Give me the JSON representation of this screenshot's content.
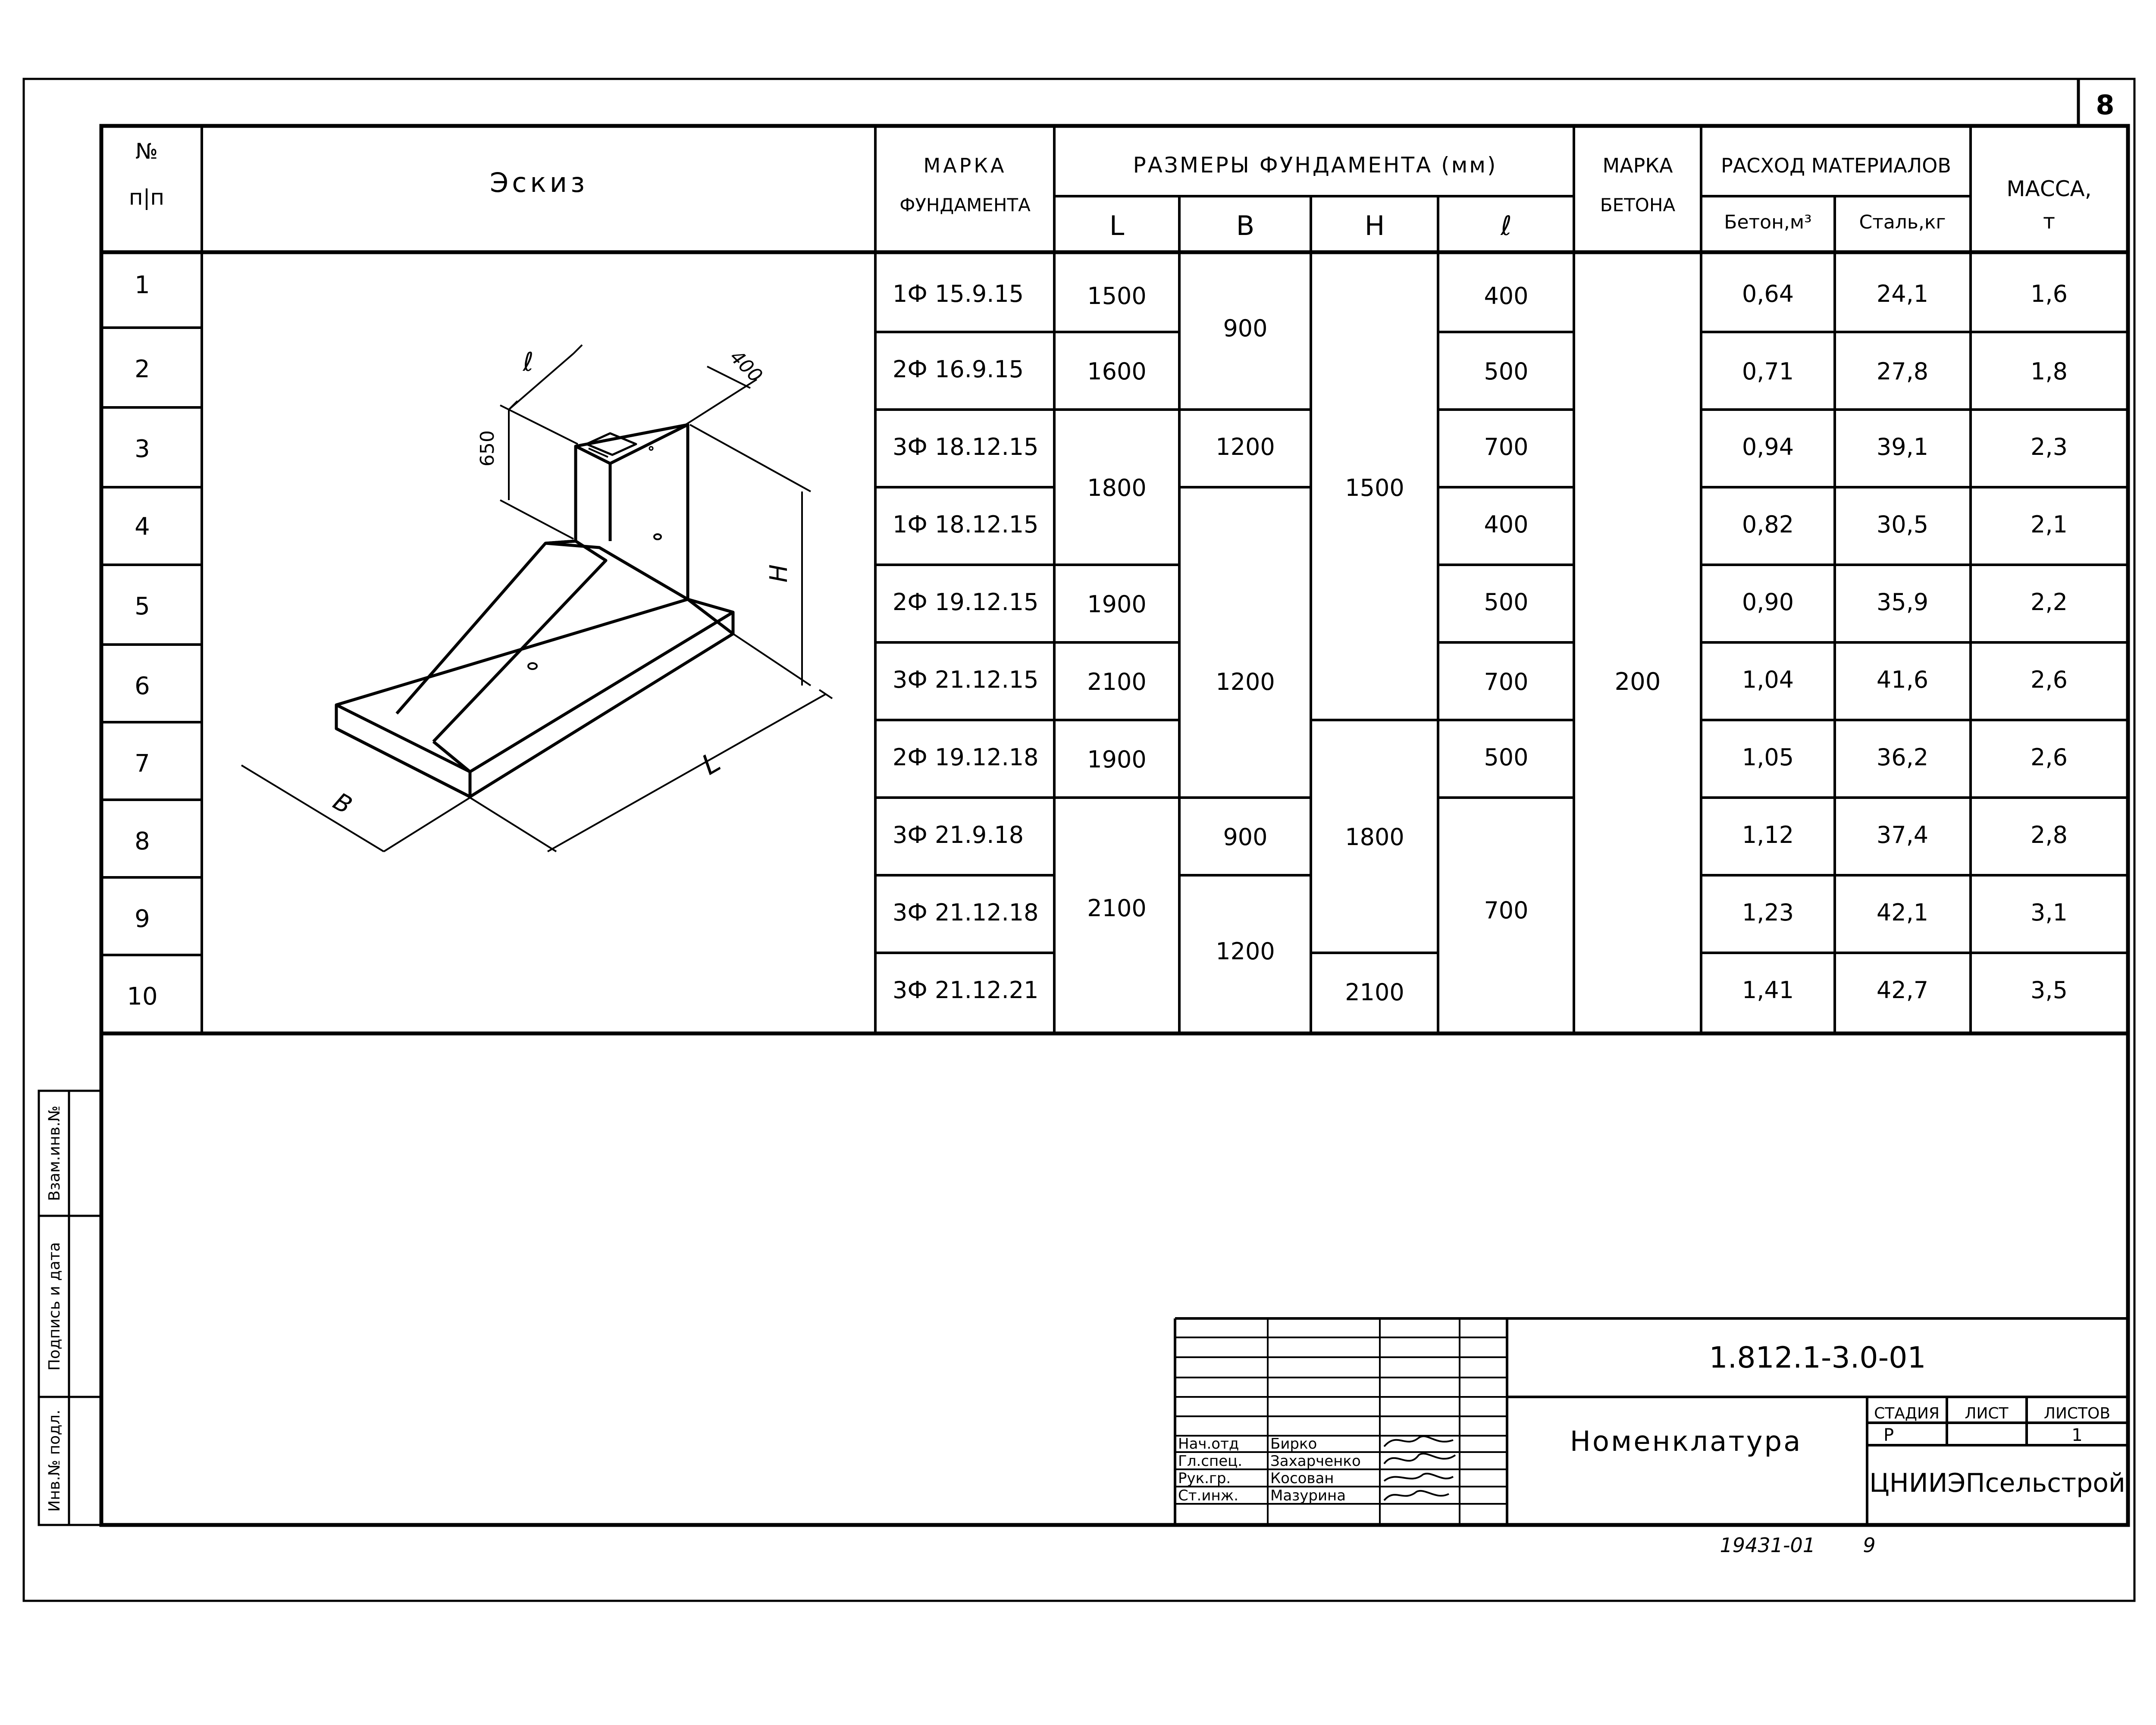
{
  "sheet_number": "8",
  "table": {
    "headers": {
      "num": [
        "№",
        "п|п"
      ],
      "sketch": "Эскиз",
      "mark": [
        "МАРКА",
        "ФУНДАМЕНТА"
      ],
      "dims": "РАЗМЕРЫ ФУНДАМЕНТА (мм)",
      "dim_L": "L",
      "dim_B": "B",
      "dim_H": "H",
      "dim_l": "ℓ",
      "concrete": [
        "МАРКА",
        "БЕТОНА"
      ],
      "materials": "РАСХОД МАТЕРИАЛОВ",
      "beton": "Бетон,м³",
      "steel": "Сталь,кг",
      "mass": [
        "МАССА,",
        "т"
      ]
    },
    "rows": [
      {
        "n": "1",
        "mark": "1Ф 15.9.15",
        "beton": "0,64",
        "steel": "24,1",
        "mass": "1,6"
      },
      {
        "n": "2",
        "mark": "2Ф 16.9.15",
        "beton": "0,71",
        "steel": "27,8",
        "mass": "1,8"
      },
      {
        "n": "3",
        "mark": "3Ф 18.12.15",
        "beton": "0,94",
        "steel": "39,1",
        "mass": "2,3"
      },
      {
        "n": "4",
        "mark": "1Ф 18.12.15",
        "beton": "0,82",
        "steel": "30,5",
        "mass": "2,1"
      },
      {
        "n": "5",
        "mark": "2Ф 19.12.15",
        "beton": "0,90",
        "steel": "35,9",
        "mass": "2,2"
      },
      {
        "n": "6",
        "mark": "3Ф 21.12.15",
        "beton": "1,04",
        "steel": "41,6",
        "mass": "2,6"
      },
      {
        "n": "7",
        "mark": "2Ф 19.12.18",
        "beton": "1,05",
        "steel": "36,2",
        "mass": "2,6"
      },
      {
        "n": "8",
        "mark": "3Ф 21.9.18",
        "beton": "1,12",
        "steel": "37,4",
        "mass": "2,8"
      },
      {
        "n": "9",
        "mark": "3Ф 21.12.18",
        "beton": "1,23",
        "steel": "42,1",
        "mass": "3,1"
      },
      {
        "n": "10",
        "mark": "3Ф 21.12.21",
        "beton": "1,41",
        "steel": "42,7",
        "mass": "3,5"
      }
    ],
    "L_values": [
      "1500",
      "1600",
      "1800",
      "1900",
      "2100",
      "1900",
      "2100"
    ],
    "B_values": [
      "900",
      "1200",
      "1200",
      "900",
      "1200"
    ],
    "H_values": [
      "1500",
      "1800",
      "2100"
    ],
    "l_values": [
      "400",
      "500",
      "700",
      "400",
      "500",
      "700",
      "500",
      "700"
    ],
    "concrete_grade": "200"
  },
  "sketch_labels": {
    "l": "ℓ",
    "top": "400",
    "h_top": "650",
    "H": "H",
    "L": "L",
    "B": "B"
  },
  "stamp": {
    "code": "1.812.1-3.0-01",
    "title": "Номенклатура",
    "stage_label": "СТАДИЯ",
    "sheet_label": "ЛИСТ",
    "sheets_label": "ЛИСТОВ",
    "stage": "Р",
    "sheets": "1",
    "org": "ЦНИИЭПсельстрой",
    "roles": [
      "Нач.отд",
      "Гл.спец.",
      "Рук.гр.",
      "Ст.инж."
    ],
    "names": [
      "Бирко",
      "Захарченко",
      "Косован",
      "Мазурина"
    ]
  },
  "side_stamp": [
    "Инв.№ подл.",
    "Подпись и дата",
    "Взам.инв.№"
  ],
  "footer": {
    "archive": "19431-01",
    "page": "9"
  }
}
